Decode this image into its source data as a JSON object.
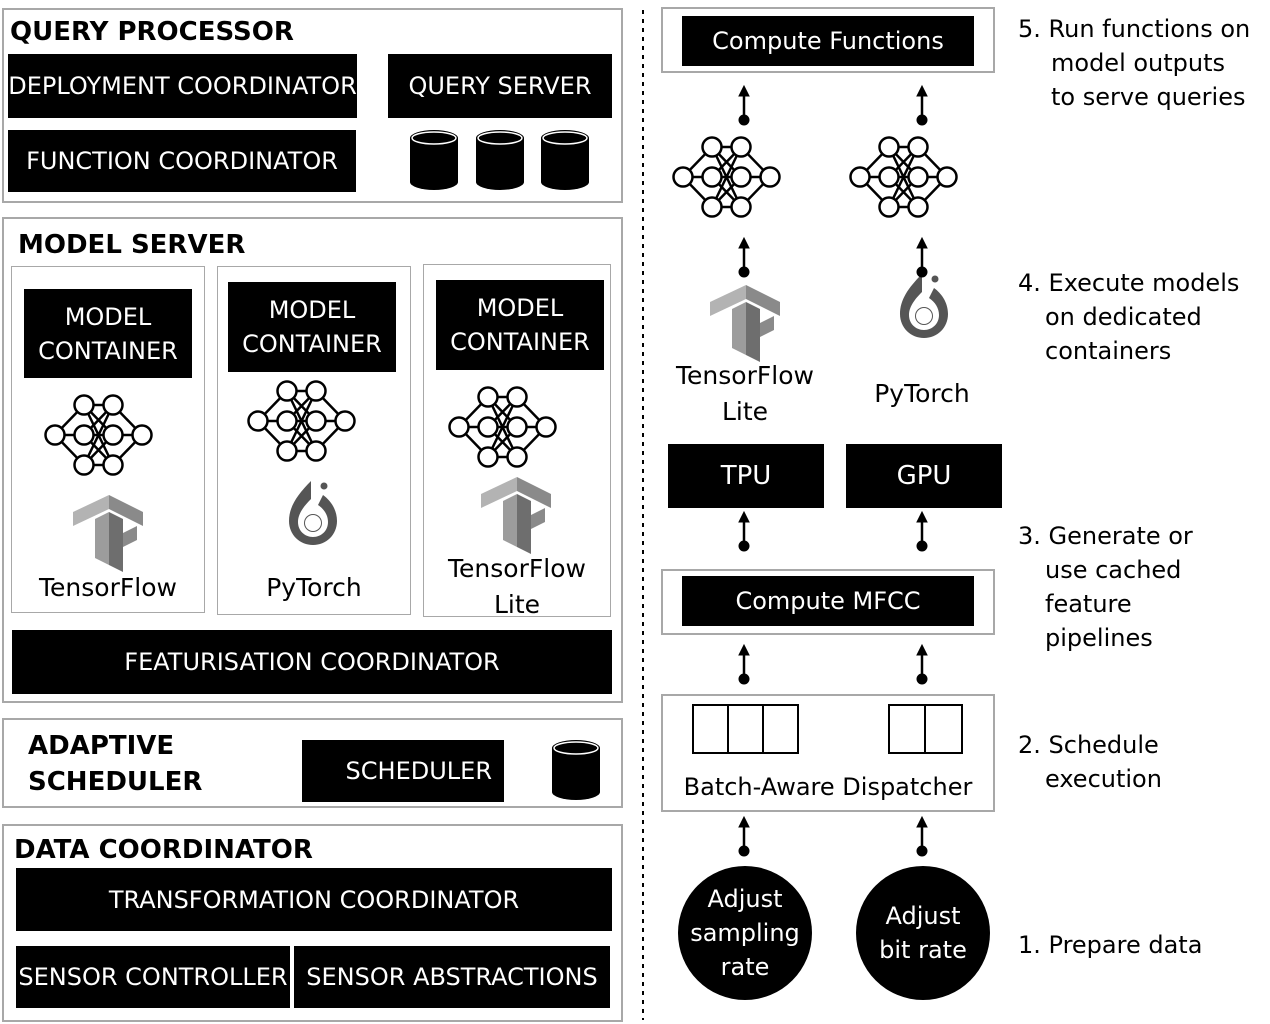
{
  "query_processor": {
    "title": "QUERY PROCESSOR",
    "deployment_coordinator": "DEPLOYMENT COORDINATOR",
    "query_server": "QUERY SERVER",
    "function_coordinator": "FUNCTION COORDINATOR"
  },
  "model_server": {
    "title": "MODEL SERVER",
    "containers": [
      {
        "label_1": "MODEL",
        "label_2": "CONTAINER",
        "framework": "TensorFlow",
        "framework_2": ""
      },
      {
        "label_1": "MODEL",
        "label_2": "CONTAINER",
        "framework": "PyTorch",
        "framework_2": ""
      },
      {
        "label_1": "MODEL",
        "label_2": "CONTAINER",
        "framework": "TensorFlow",
        "framework_2": "Lite"
      }
    ],
    "featurisation_coordinator": "FEATURISATION COORDINATOR"
  },
  "adaptive_scheduler": {
    "title_1": "ADAPTIVE",
    "title_2": "SCHEDULER",
    "scheduler": "SCHEDULER"
  },
  "data_coordinator": {
    "title": "DATA COORDINATOR",
    "transformation_coordinator": "TRANSFORMATION COORDINATOR",
    "sensor_controller": "SENSOR CONTROLLER",
    "sensor_abstractions": "SENSOR ABSTRACTIONS"
  },
  "pipeline": {
    "compute_functions": "Compute Functions",
    "tflite_1": "TensorFlow",
    "tflite_2": "Lite",
    "pytorch": "PyTorch",
    "tpu": "TPU",
    "gpu": "GPU",
    "compute_mfcc": "Compute MFCC",
    "dispatcher": "Batch-Aware Dispatcher",
    "adjust_sampling_1": "Adjust",
    "adjust_sampling_2": "sampling",
    "adjust_sampling_3": "rate",
    "adjust_bit_1": "Adjust",
    "adjust_bit_2": "bit rate"
  },
  "steps": {
    "s5": [
      "5. Run functions on",
      "model outputs",
      "to serve queries"
    ],
    "s4": [
      "4. Execute models",
      "on dedicated",
      "containers"
    ],
    "s3": [
      "3. Generate or",
      "use cached",
      "feature",
      "pipelines"
    ],
    "s2": [
      "2. Schedule",
      "execution"
    ],
    "s1": [
      "1. Prepare data"
    ]
  },
  "icons": {
    "database": "database-icon",
    "neural_network": "neural-network-icon",
    "tensorflow": "tensorflow-logo-icon",
    "pytorch": "pytorch-logo-icon"
  }
}
